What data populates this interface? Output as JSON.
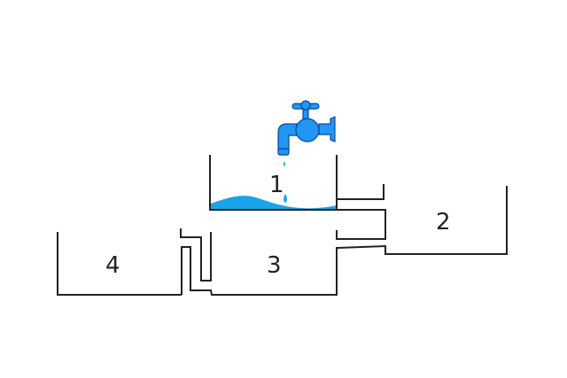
{
  "labels": {
    "c1": "1",
    "c2": "2",
    "c3": "3",
    "c4": "4"
  },
  "colors": {
    "water": "#1aa3e8",
    "tap": "#2196f3",
    "line": "#222222"
  }
}
